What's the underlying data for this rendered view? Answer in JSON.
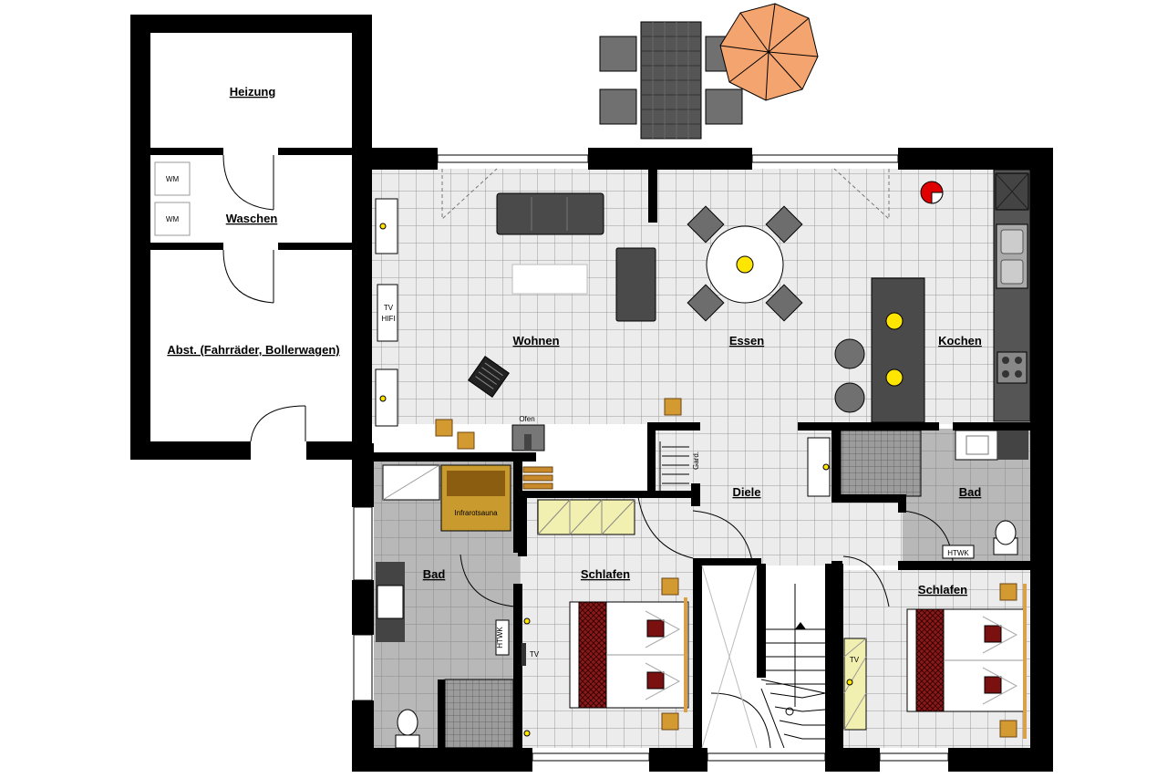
{
  "rooms": {
    "heizung": "Heizung",
    "waschen": "Waschen",
    "abstell": "Abst. (Fahrräder, Bollerwagen)",
    "wohnen": "Wohnen",
    "essen": "Essen",
    "kochen": "Kochen",
    "diele": "Diele",
    "bad_left": "Bad",
    "bad_right": "Bad",
    "schlafen_left": "Schlafen",
    "schlafen_right": "Schlafen"
  },
  "fixtures": {
    "wm1": "WM",
    "wm2": "WM",
    "tv_hifi_tv": "TV",
    "tv_hifi_hifi": "HIFI",
    "ofen": "Ofen",
    "garderobe": "Gard.",
    "infrarotsauna": "Infrarotsauna",
    "htwk_left": "HTWK",
    "htwk_right": "HTWK",
    "tv_left": "TV",
    "tv_right": "TV"
  },
  "colors": {
    "wall": "#000000",
    "tile": "#e8e8e8",
    "bath_tile": "#b8b8b8",
    "sofa": "#4a4a4a",
    "bed_cover": "#8b1a1a",
    "parasol": "#f4a46e",
    "light": "#ffe600",
    "wardrobe": "#f2f0b0",
    "sauna": "#c99a2e"
  }
}
